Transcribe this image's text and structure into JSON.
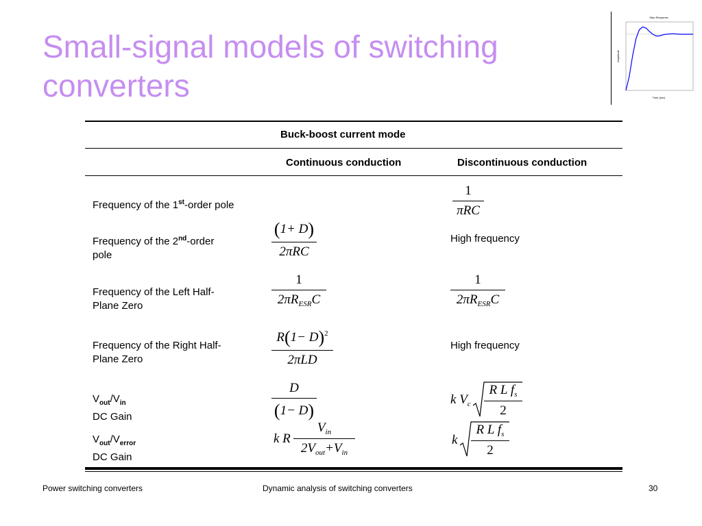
{
  "slide": {
    "title": "Small-signal models of switching converters",
    "footer_left": "Power switching converters",
    "footer_center": "Dynamic analysis of switching converters",
    "page_number": "30"
  },
  "thumbnail": {
    "title": "Step Response",
    "xlabel": "Time (sec)",
    "ylabel": "Amplitude",
    "step_response": [
      [
        0,
        0
      ],
      [
        0.05,
        0.25
      ],
      [
        0.1,
        0.62
      ],
      [
        0.15,
        0.92
      ],
      [
        0.2,
        1.08
      ],
      [
        0.25,
        1.13
      ],
      [
        0.3,
        1.11
      ],
      [
        0.35,
        1.05
      ],
      [
        0.4,
        1.0
      ],
      [
        0.45,
        0.97
      ],
      [
        0.5,
        0.97
      ],
      [
        0.55,
        0.99
      ],
      [
        0.6,
        1.0
      ],
      [
        0.7,
        1.01
      ],
      [
        0.8,
        1.0
      ],
      [
        1.0,
        1.0
      ]
    ],
    "line_color": "#0000ff"
  },
  "table": {
    "caption": "Buck-boost current mode",
    "col_continuous": "Continuous conduction",
    "col_discontinuous": "Discontinuous conduction",
    "rows": [
      {
        "label": "Frequency of the 1",
        "sup": "st",
        "label_after": "-order pole"
      },
      {
        "label": "Frequency of the 2",
        "sup": "nd",
        "label_after": "-order",
        "label_line2": "pole",
        "disc_text": "High frequency"
      },
      {
        "label": "Frequency of the Left Half-",
        "label_line2": "Plane Zero"
      },
      {
        "label": "Frequency of the Right Half-",
        "label_line2": "Plane Zero",
        "disc_text": "High frequency"
      },
      {
        "label_v": "V",
        "sub_a": "out",
        "slash": "/V",
        "sub_b": "in",
        "label_line2": "DC Gain"
      },
      {
        "label_v": "V",
        "sub_a": "out",
        "slash": "/V",
        "sub_b": "error",
        "label_line2": "DC Gain"
      }
    ]
  },
  "math": {
    "one": "1",
    "two": "2",
    "pi_rc": "πRC",
    "one_plus_d": "1+ D",
    "two_pi_rc": "2πRC",
    "two_pi_r": "2πR",
    "esr": "ESR",
    "c": "C",
    "r": "R",
    "one_minus_d": "1− D",
    "sq": "2",
    "two_pi_ld": "2πLD",
    "d": "D",
    "k": "k",
    "v": "V",
    "sub_c": "c",
    "rl": "R L f",
    "sub_s": "s",
    "kr": "k R",
    "v_in": "in",
    "two_v": "2V",
    "out": "out",
    "plus_v": "+V"
  }
}
